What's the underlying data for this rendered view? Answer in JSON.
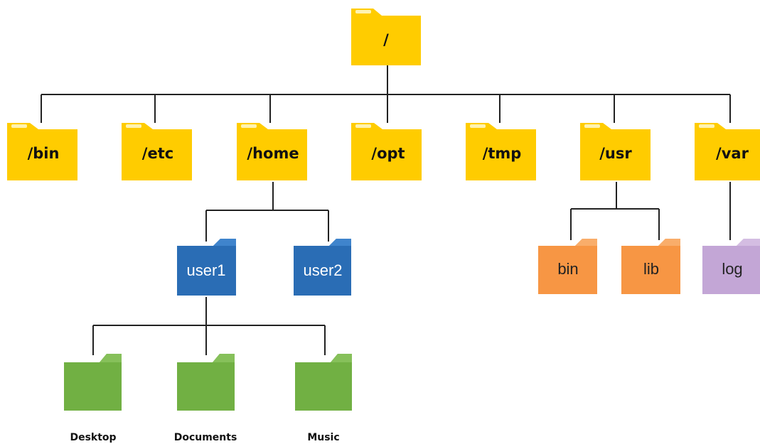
{
  "colors": {
    "line": "#222222",
    "system_folder": "#ffcc00",
    "system_folder_tab": "#f2b900",
    "user_folder": "#2a6db5",
    "user_folder_tab": "#3f84cc",
    "usr_sub_folder": "#f79644",
    "var_sub_folder": "#c3a6d6",
    "home_sub_folder": "#71b043"
  },
  "root": {
    "label": "/"
  },
  "level1": [
    {
      "id": "bin",
      "label": "/bin"
    },
    {
      "id": "etc",
      "label": "/etc"
    },
    {
      "id": "home",
      "label": "/home"
    },
    {
      "id": "opt",
      "label": "/opt"
    },
    {
      "id": "tmp",
      "label": "/tmp"
    },
    {
      "id": "usr",
      "label": "/usr"
    },
    {
      "id": "var",
      "label": "/var"
    }
  ],
  "home_children": [
    {
      "id": "user1",
      "label": "user1"
    },
    {
      "id": "user2",
      "label": "user2"
    }
  ],
  "usr_children": [
    {
      "id": "usr-bin",
      "label": "bin"
    },
    {
      "id": "usr-lib",
      "label": "lib"
    }
  ],
  "var_children": [
    {
      "id": "var-log",
      "label": "log"
    }
  ],
  "user1_children": [
    {
      "id": "desktop",
      "label": "Desktop"
    },
    {
      "id": "documents",
      "label": "Documents"
    },
    {
      "id": "music",
      "label": "Music"
    }
  ]
}
